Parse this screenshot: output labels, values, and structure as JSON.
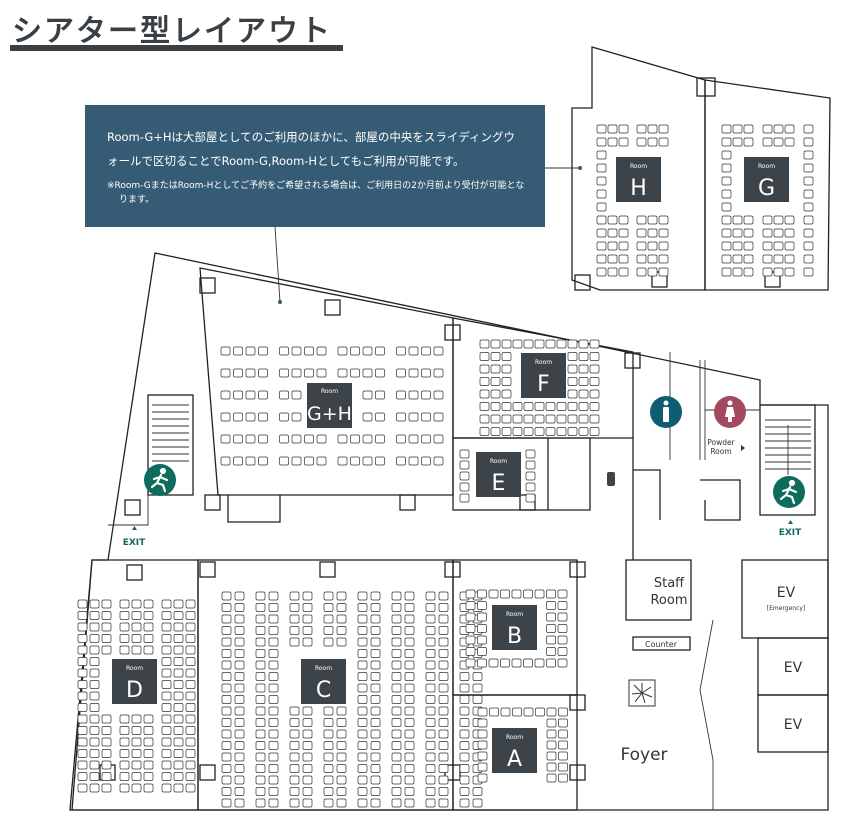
{
  "title": "シアター型レイアウト",
  "note": {
    "line1": "Room-G+Hは大部屋としてのご利用のほかに、部屋の中央をスライディングウォールで区切ることでRoom-G,Room-Hとしてもご利用が可能です。",
    "line2": "※Room-GまたはRoom-Hとしてご予約をご希望される場合は、ご利用日の2か月前より受付が可能となります。"
  },
  "rooms": {
    "prefix": "Room",
    "gh": "G+H",
    "h": "H",
    "g": "G",
    "f": "F",
    "e": "E",
    "d": "D",
    "c": "C",
    "b": "B",
    "a": "A"
  },
  "labels": {
    "exit": "EXIT",
    "staff_room_1": "Staff",
    "staff_room_2": "Room",
    "counter": "Counter",
    "foyer": "Foyer",
    "powder_room_1": "Powder",
    "powder_room_2": "Room",
    "ev": "EV",
    "ev_emergency": "[Emergency]"
  },
  "colors": {
    "note_bg": "#365c75",
    "exit_green": "#0e6b5d",
    "male": "#0e5d72",
    "female": "#a34a5e",
    "label_box": "#3d4449"
  }
}
